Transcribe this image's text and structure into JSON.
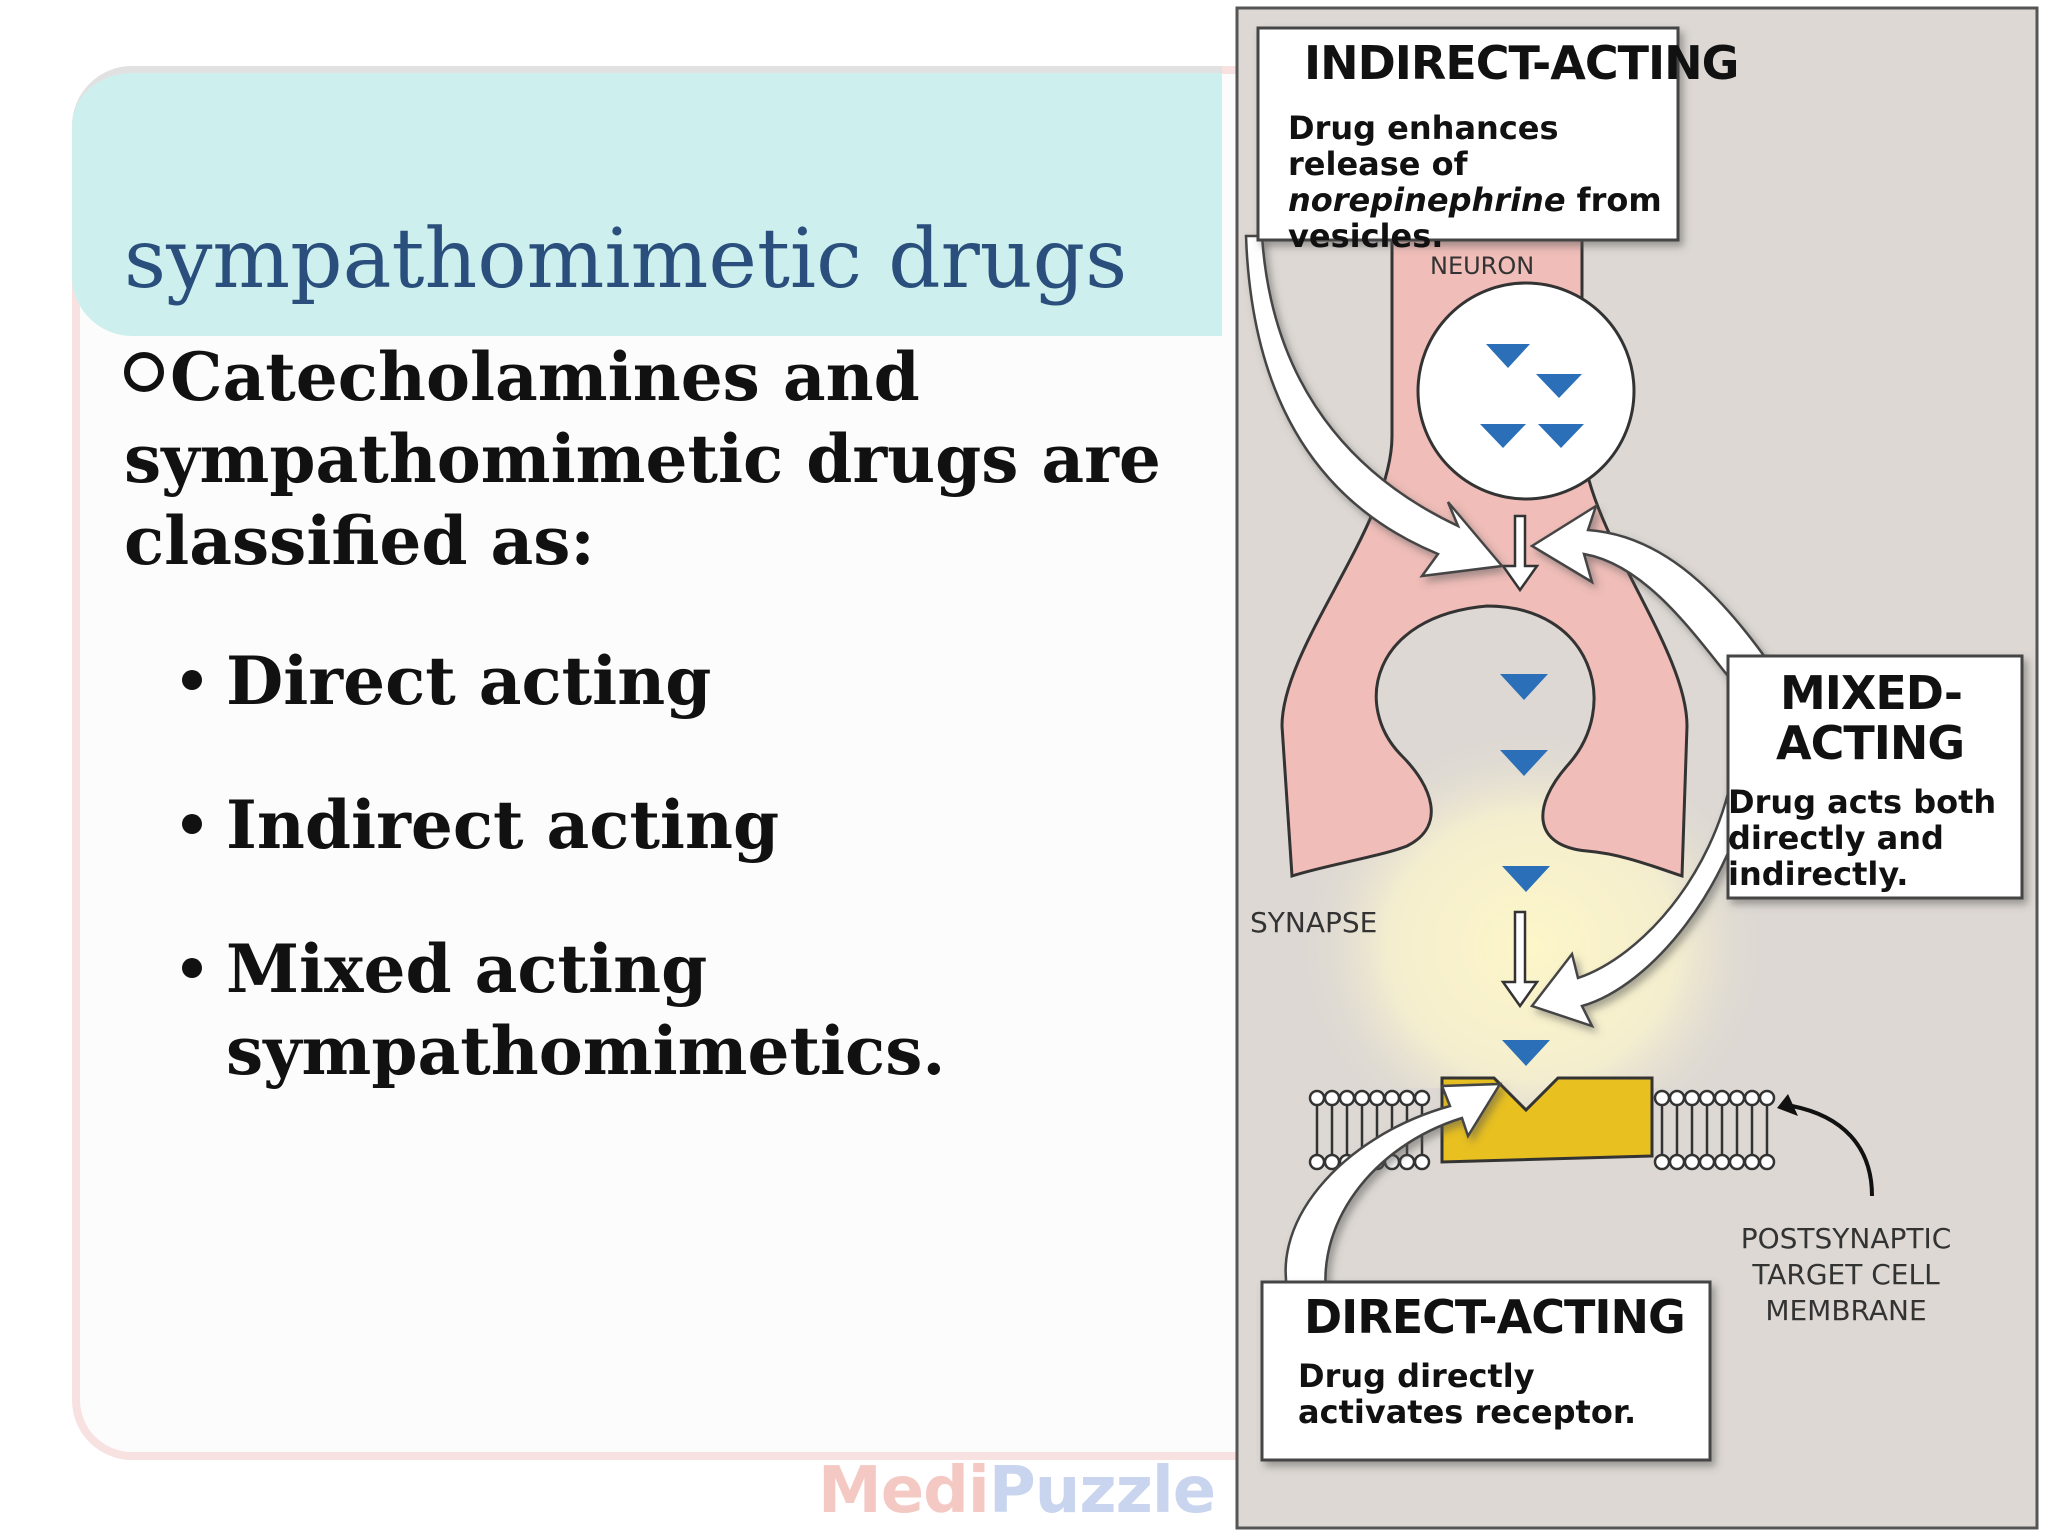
{
  "slide": {
    "title": "sympathomimetic drugs",
    "intro": "Catecholamines and sympathomimetic drugs are classified as:",
    "bullets": [
      "Direct acting",
      "Indirect acting",
      "Mixed acting sympathomimetics."
    ]
  },
  "figure": {
    "indirect": {
      "heading": "INDIRECT-ACTING",
      "description_pre": "Drug enhances release of ",
      "description_em": "norepinephrine",
      "description_post": " from vesicles."
    },
    "mixed": {
      "heading_line1": "MIXED-",
      "heading_line2": "ACTING",
      "description": "Drug acts both directly and indirectly."
    },
    "direct": {
      "heading": "DIRECT-ACTING",
      "description": "Drug directly activates receptor."
    },
    "labels": {
      "neuron": "NEURON",
      "synapse": "SYNAPSE",
      "membrane_line1": "POSTSYNAPTIC",
      "membrane_line2": "TARGET CELL",
      "membrane_line3": "MEMBRANE"
    },
    "colors": {
      "panel": "#ddd8d3",
      "neuron": "#f0bdb8",
      "neurotransmitter": "#2a6fb8",
      "receptor": "#e8c020"
    }
  },
  "watermark": {
    "part1": "Medi",
    "part2": "Puzzle"
  }
}
